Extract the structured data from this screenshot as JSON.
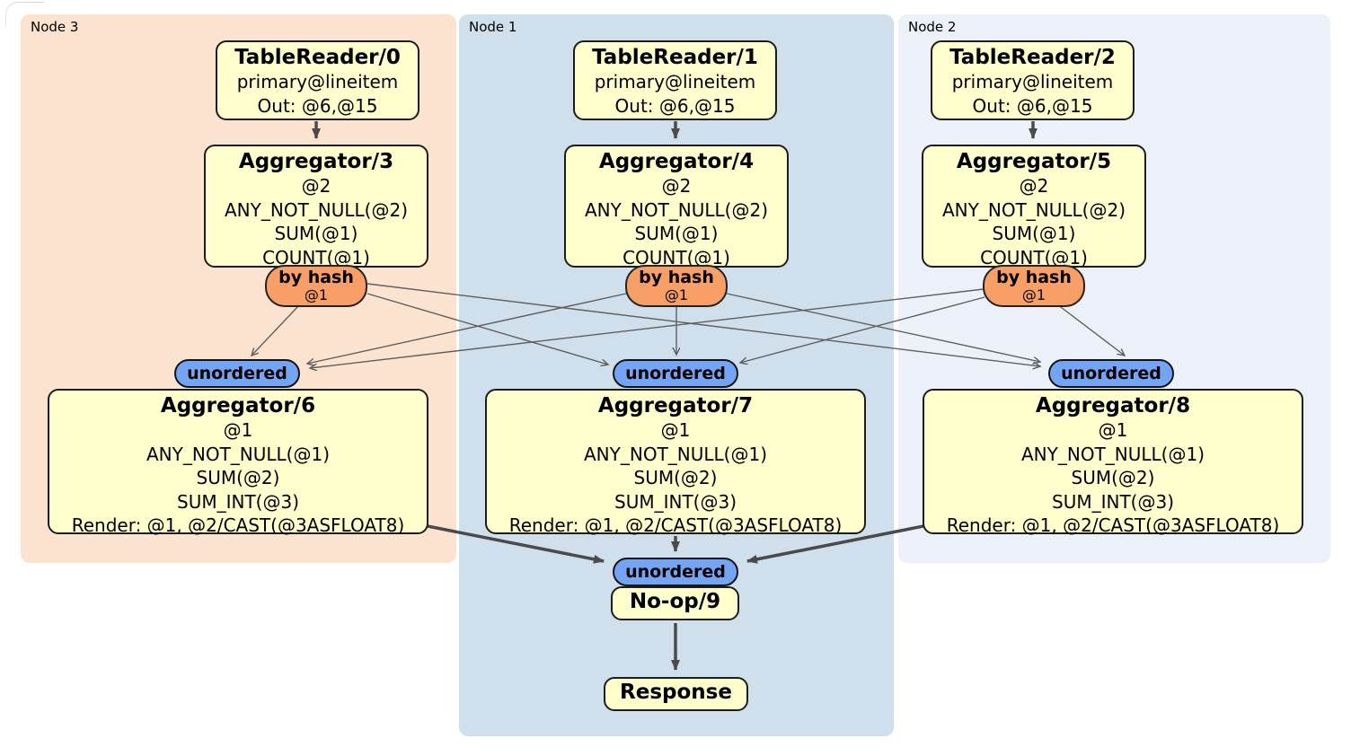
{
  "regions": {
    "node3": {
      "label": "Node 3",
      "color": "#fce3d0"
    },
    "node1": {
      "label": "Node 1",
      "color": "#cfdfec"
    },
    "node2": {
      "label": "Node 2",
      "color": "#ecf0f8"
    }
  },
  "processors": {
    "tr0": {
      "title": "TableReader/0",
      "lines": [
        "primary@lineitem",
        "Out: @6,@15"
      ]
    },
    "tr1": {
      "title": "TableReader/1",
      "lines": [
        "primary@lineitem",
        "Out: @6,@15"
      ]
    },
    "tr2": {
      "title": "TableReader/2",
      "lines": [
        "primary@lineitem",
        "Out: @6,@15"
      ]
    },
    "agg3": {
      "title": "Aggregator/3",
      "lines": [
        "@2",
        "ANY_NOT_NULL(@2)",
        "SUM(@1)",
        "COUNT(@1)"
      ]
    },
    "agg4": {
      "title": "Aggregator/4",
      "lines": [
        "@2",
        "ANY_NOT_NULL(@2)",
        "SUM(@1)",
        "COUNT(@1)"
      ]
    },
    "agg5": {
      "title": "Aggregator/5",
      "lines": [
        "@2",
        "ANY_NOT_NULL(@2)",
        "SUM(@1)",
        "COUNT(@1)"
      ]
    },
    "agg6": {
      "title": "Aggregator/6",
      "lines": [
        "@1",
        "ANY_NOT_NULL(@1)",
        "SUM(@2)",
        "SUM_INT(@3)",
        "Render: @1, @2/CAST(@3ASFLOAT8)"
      ]
    },
    "agg7": {
      "title": "Aggregator/7",
      "lines": [
        "@1",
        "ANY_NOT_NULL(@1)",
        "SUM(@2)",
        "SUM_INT(@3)",
        "Render: @1, @2/CAST(@3ASFLOAT8)"
      ]
    },
    "agg8": {
      "title": "Aggregator/8",
      "lines": [
        "@1",
        "ANY_NOT_NULL(@1)",
        "SUM(@2)",
        "SUM_INT(@3)",
        "Render: @1, @2/CAST(@3ASFLOAT8)"
      ]
    },
    "noop9": {
      "title": "No-op/9"
    },
    "response": {
      "title": "Response"
    }
  },
  "routers": {
    "hash0": {
      "label": "by hash",
      "detail": "@1"
    },
    "hash1": {
      "label": "by hash",
      "detail": "@1"
    },
    "hash2": {
      "label": "by hash",
      "detail": "@1"
    }
  },
  "streams": {
    "un6": {
      "label": "unordered"
    },
    "un7": {
      "label": "unordered"
    },
    "un8": {
      "label": "unordered"
    },
    "un9": {
      "label": "unordered"
    }
  },
  "colors": {
    "processor_fill": "#ffffcd",
    "hash_router_fill": "#f89e67",
    "stream_fill": "#74a4f4",
    "edge_thick": "#4a4a4a",
    "edge_thin": "#5f5f5f",
    "node3_bg": "#fce3d0",
    "node1_bg": "#cfdfec",
    "node2_bg": "#ecf0f8"
  }
}
